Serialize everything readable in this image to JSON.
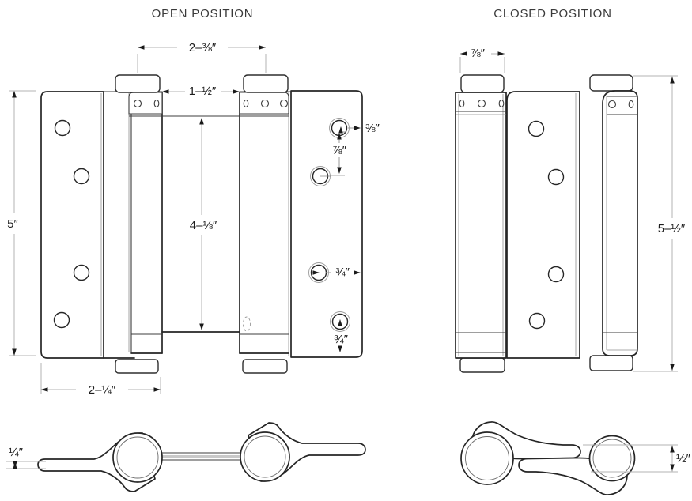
{
  "drawing": {
    "open": {
      "title": "OPEN POSITION",
      "dims": {
        "pin_to_pin": "2–⅜″",
        "barrel_gap": "1–½″",
        "leaf_height": "5″",
        "inner_height": "4–⅛″",
        "top_hole_offset": "⅜″",
        "hole_spacing": "⅞″",
        "side_hole_offset": "¾″",
        "bottom_hole_offset": "¾″",
        "leaf_width": "2–¼″",
        "leaf_thickness": "¼″"
      }
    },
    "closed": {
      "title": "CLOSED POSITION",
      "dims": {
        "barrel_width": "⅞″",
        "overall_height": "5–½″",
        "folded_thickness": "½″"
      }
    },
    "colors": {
      "outline": "#262626",
      "dimension_lines": "#b3b3b3",
      "label_text": "#1d1d1d",
      "title_text": "#3a3a3a",
      "background": "#ffffff"
    }
  }
}
